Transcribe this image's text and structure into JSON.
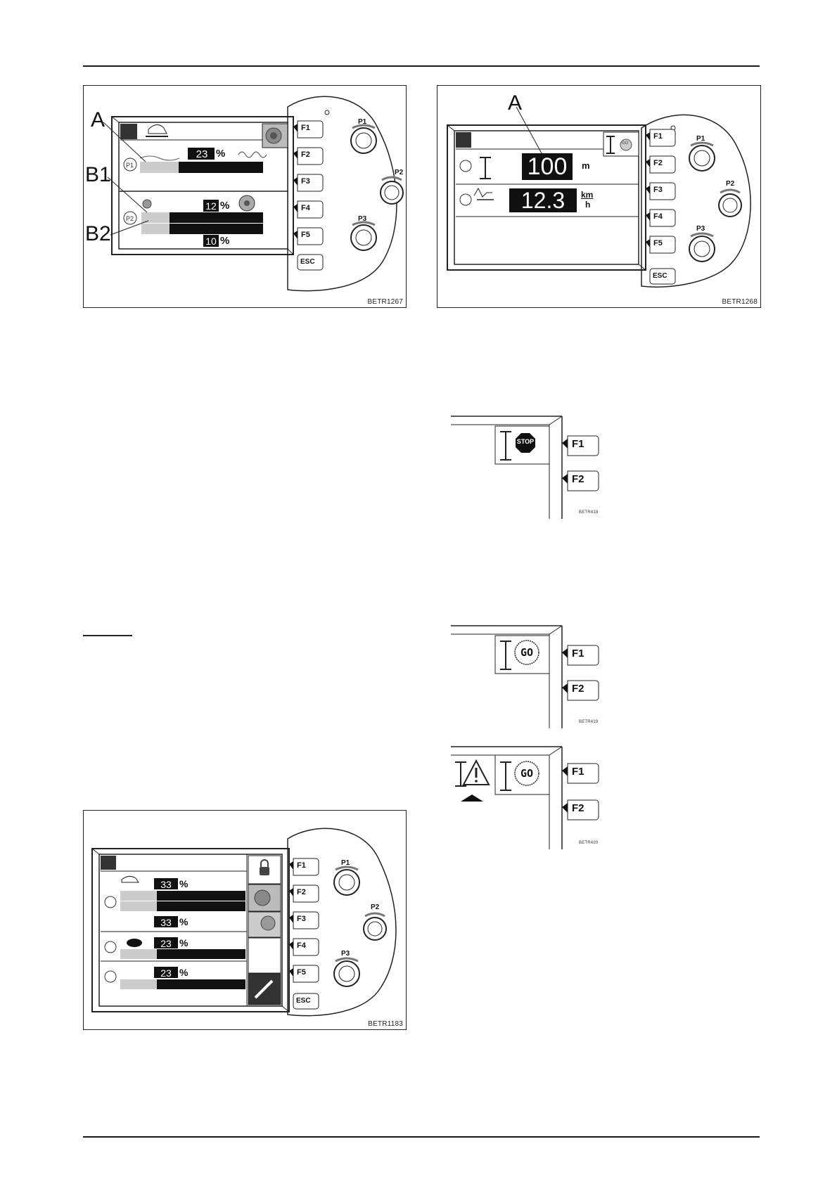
{
  "figures": {
    "fig1": {
      "code": "BETR1267",
      "labels": {
        "a": "A",
        "b1": "B1",
        "b2": "B2"
      },
      "p1_percent": "23",
      "p2_percent_top": "12",
      "p2_percent_bottom": "10",
      "p1_fill": 0.23,
      "p2_fill_top": 0.12,
      "p2_fill_bottom": 0.1
    },
    "fig2": {
      "code": "BETR1268",
      "labels": {
        "a": "A"
      },
      "height_value": "100",
      "height_unit": "m",
      "speed_value": "12.3",
      "speed_unit_top": "km",
      "speed_unit_bottom": "h",
      "go_text": "GO"
    },
    "fig3": {
      "code": "BETR418",
      "stop_text": "STOP"
    },
    "fig4": {
      "code": "BETR419",
      "go_text": "GO"
    },
    "fig5": {
      "code": "BETR420",
      "go_text": "GO"
    },
    "fig6": {
      "code": "BETR1183",
      "p1_percent_top": "33",
      "p1_percent_bottom": "33",
      "p2_percent": "23",
      "p3_percent": "23",
      "p1_fill": 0.33,
      "p2_fill": 0.23,
      "p3_fill": 0.23
    }
  },
  "keys": {
    "f1": "F1",
    "f2": "F2",
    "f3": "F3",
    "f4": "F4",
    "f5": "F5",
    "esc": "ESC"
  },
  "knobs": {
    "p1": "P1",
    "p2": "P2",
    "p3": "P3"
  },
  "percent_sign": "%",
  "icons": [
    "paver-icon",
    "screed-icon",
    "vibration-icon",
    "tamper-icon",
    "lock-icon",
    "wrench-icon",
    "turtle-icon",
    "hare-icon",
    "height-icon",
    "stop-icon",
    "go-icon",
    "warning-icon",
    "arrow-up-icon"
  ]
}
